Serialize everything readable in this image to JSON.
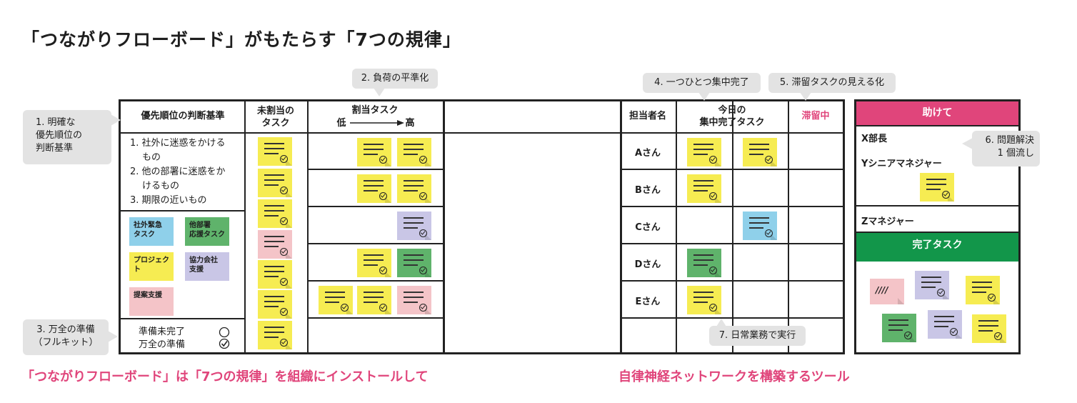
{
  "title": "「つながりフローボード」がもたらす「7つの規律」",
  "footer": {
    "left": "「つながりフローボード」は「7つの規律」を組織にインストールして",
    "right": "自律神経ネットワークを構築するツール"
  },
  "callouts": {
    "c1": "1. 明確な\n優先順位の\n判断基準",
    "c2": "2. 負荷の平準化",
    "c3": "3. 万全の準備\n（フルキット）",
    "c4": "4. 一つひとつ集中完了",
    "c5": "5. 滞留タスクの見える化",
    "c6": "6. 問題解決\n1 個流し",
    "c7": "7. 日常業務で実行"
  },
  "board": {
    "col_priority": "優先順位の判断基準",
    "col_unassigned": "未割当の\nタスク",
    "col_assigned": "割当タスク",
    "load_low": "低",
    "load_high": "高",
    "rules": [
      "1. 社外に迷惑をかける",
      "もの",
      "2. 他の部署に迷惑をか",
      "けるもの",
      "3. 期限の近いもの"
    ],
    "legend": [
      {
        "label": "社外緊急\nタスク",
        "color": "#8fd0ea"
      },
      {
        "label": "他部署\n応援タスク",
        "color": "#5fb36b"
      },
      {
        "label": "プロジェク\nト",
        "color": "#f6ec52"
      },
      {
        "label": "協力会社\n支援",
        "color": "#c9c6e6"
      },
      {
        "label": "提案支援",
        "color": "#f4c4c8"
      }
    ],
    "prep_incomplete": "準備未完了",
    "prep_complete": "万全の準備",
    "col_owner": "担当者名",
    "col_today": "今日の\n集中完了タスク",
    "col_stalled": "滞留中",
    "owners": [
      "Aさん",
      "Bさん",
      "Cさん",
      "Dさん",
      "Eさん"
    ]
  },
  "right_panel": {
    "help": "助けて",
    "x": "X部長",
    "y": "Yシニアマネジャー",
    "z": "Zマネジャー",
    "done": "完了タスク",
    "scribble": "////"
  },
  "colors": {
    "accent_pink": "#e0457b",
    "done_green": "#12964a",
    "help_pink": "#e0457b"
  }
}
